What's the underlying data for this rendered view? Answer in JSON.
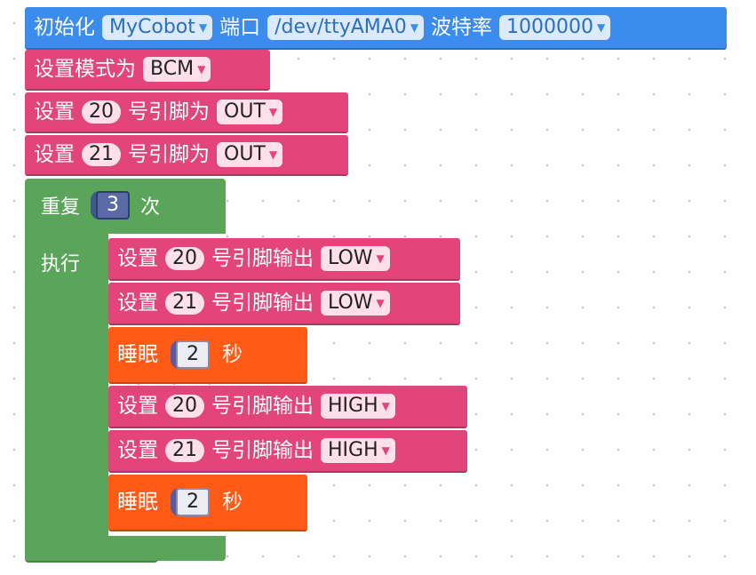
{
  "init": {
    "label": "初始化",
    "robot": "MyCobot",
    "port_label": "端口",
    "port": "/dev/ttyAMA0",
    "baud_label": "波特率",
    "baud": "1000000"
  },
  "mode": {
    "label": "设置模式为",
    "value": "BCM"
  },
  "pin_setups": [
    {
      "prefix": "设置",
      "pin": "20",
      "suffix": "号引脚为",
      "value": "OUT"
    },
    {
      "prefix": "设置",
      "pin": "21",
      "suffix": "号引脚为",
      "value": "OUT"
    }
  ],
  "repeat": {
    "label": "重复",
    "count": "3",
    "unit": "次",
    "do_label": "执行"
  },
  "body": [
    {
      "prefix": "设置",
      "pin": "20",
      "suffix": "号引脚输出",
      "value": "LOW"
    },
    {
      "prefix": "设置",
      "pin": "21",
      "suffix": "号引脚输出",
      "value": "LOW"
    },
    {
      "label": "睡眠",
      "seconds": "2",
      "unit": "秒"
    },
    {
      "prefix": "设置",
      "pin": "20",
      "suffix": "号引脚输出",
      "value": "HIGH"
    },
    {
      "prefix": "设置",
      "pin": "21",
      "suffix": "号引脚输出",
      "value": "HIGH"
    },
    {
      "label": "睡眠",
      "seconds": "2",
      "unit": "秒"
    }
  ],
  "colors": {
    "init": "#3b8ced",
    "gpio": "#e3457a",
    "loop": "#5ba55b",
    "sleep": "#ff5a16",
    "number_slot": "#5a5a9c"
  }
}
